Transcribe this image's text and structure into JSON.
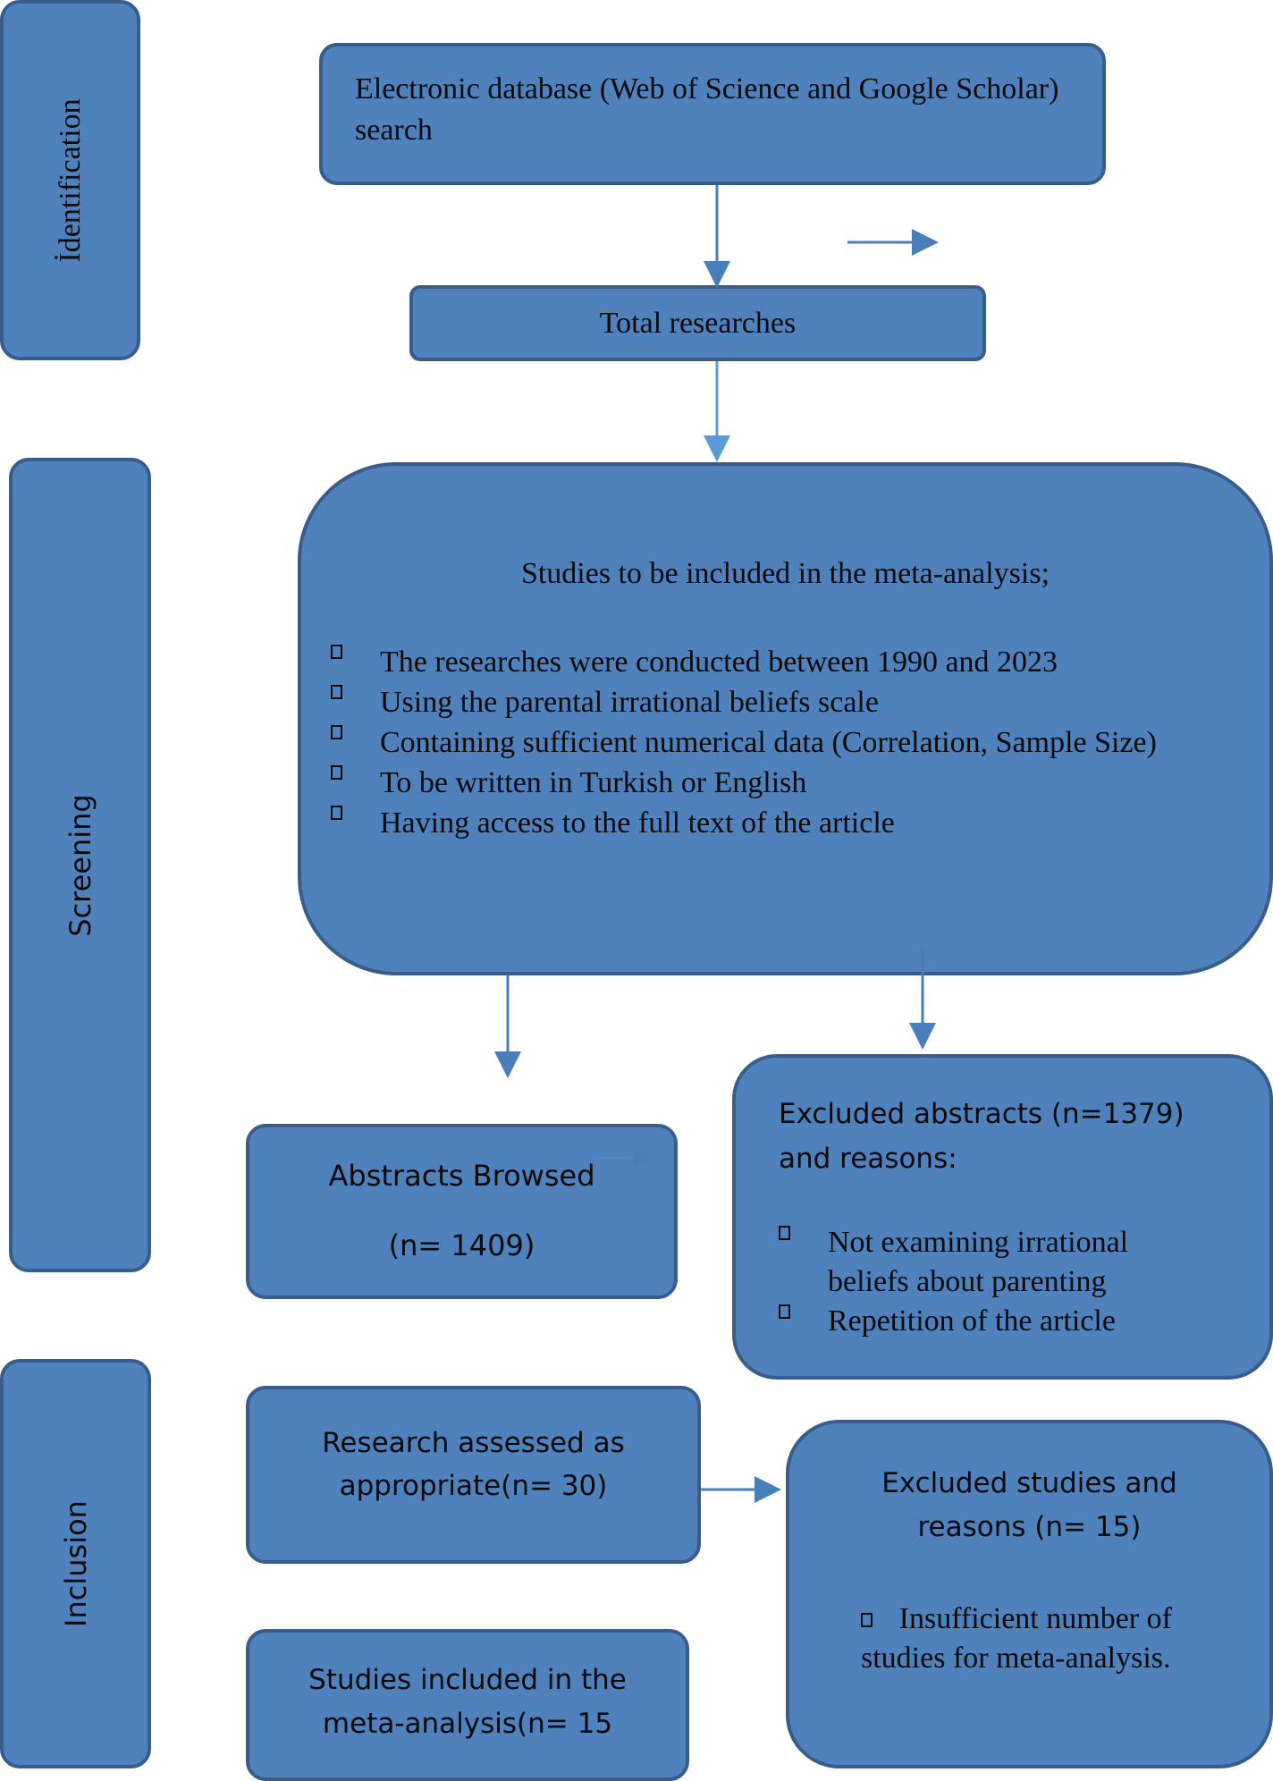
{
  "stages": {
    "identification": "İdentification",
    "screening": "Screening",
    "inclusion": "Inclusion"
  },
  "boxes": {
    "database_search": "Electronic database (Web of Science and Google Scholar) search",
    "total_researches": "Total researches",
    "criteria": {
      "heading": "Studies to be included in the meta-analysis;",
      "items": [
        "The researches were conducted between 1990 and 2023",
        "Using the parental irrational beliefs scale",
        "Containing sufficient numerical data (Correlation, Sample Size)",
        "To be written in Turkish or English",
        "Having access to the full text of the article"
      ]
    },
    "abstracts_browsed": {
      "title": "Abstracts Browsed",
      "count": "(n= 1409)"
    },
    "excluded_abstracts": {
      "title": "Excluded abstracts (n=1379) and reasons:",
      "items": [
        "Not examining irrational beliefs about parenting",
        "Repetition of the article"
      ]
    },
    "assessed": "Research assessed as appropriate(n= 30)",
    "excluded_studies": {
      "title": "Excluded studies and reasons (n= 15)",
      "items": [
        "Insufficient number of studies for meta-analysis."
      ]
    },
    "included": "Studies included in the meta-analysis(n= 15"
  },
  "colors": {
    "box_fill": "#4f81bd",
    "box_border": "#385d8a",
    "arrow": "#4a7ebb",
    "arrow_light": "#5b9bd5"
  }
}
